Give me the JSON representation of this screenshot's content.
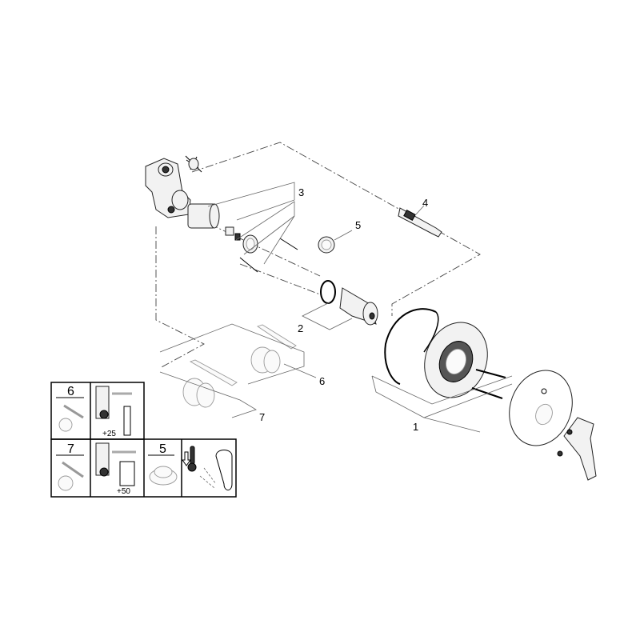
{
  "callouts": {
    "c1": "1",
    "c2": "2",
    "c3": "3",
    "c4": "4",
    "c5": "5",
    "c6": "6",
    "c7": "7"
  },
  "legend_table": {
    "row1": {
      "number": "6",
      "offset": "+25"
    },
    "row2": {
      "number": "7",
      "offset": "+50"
    },
    "cap": {
      "number": "5"
    }
  }
}
